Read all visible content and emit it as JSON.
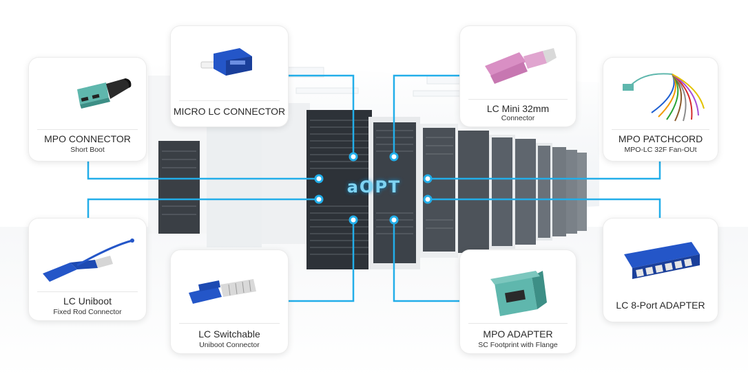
{
  "logo_text": "aOPT",
  "colors": {
    "line": "#22aee9",
    "teal": "#5fb7ad",
    "blue": "#2456c8",
    "pink": "#d98fc4"
  },
  "cards": {
    "mpo_connector": {
      "title": "MPO CONNECTOR",
      "sub": "Short Boot",
      "icon": "mpo-connector-icon"
    },
    "micro_lc": {
      "title": "MICRO LC CONNECTOR",
      "sub": "",
      "icon": "micro-lc-connector-icon"
    },
    "lc_mini": {
      "title": "LC Mini 32mm",
      "sub": "Connector",
      "icon": "lc-mini-connector-icon"
    },
    "mpo_patchcord": {
      "title": "MPO PATCHCORD",
      "sub": "MPO-LC 32F Fan-OUt",
      "icon": "mpo-patchcord-icon"
    },
    "lc_uniboot": {
      "title": "LC Uniboot",
      "sub": "Fixed Rod Connector",
      "icon": "lc-uniboot-icon"
    },
    "lc_switchable": {
      "title": "LC Switchable",
      "sub": "Uniboot Connector",
      "icon": "lc-switchable-icon"
    },
    "mpo_adapter": {
      "title": "MPO ADAPTER",
      "sub": "SC Footprint with Flange",
      "icon": "mpo-adapter-icon"
    },
    "lc_8port": {
      "title": "LC 8-Port ADAPTER",
      "sub": "",
      "icon": "lc-8-port-adapter-icon"
    }
  }
}
